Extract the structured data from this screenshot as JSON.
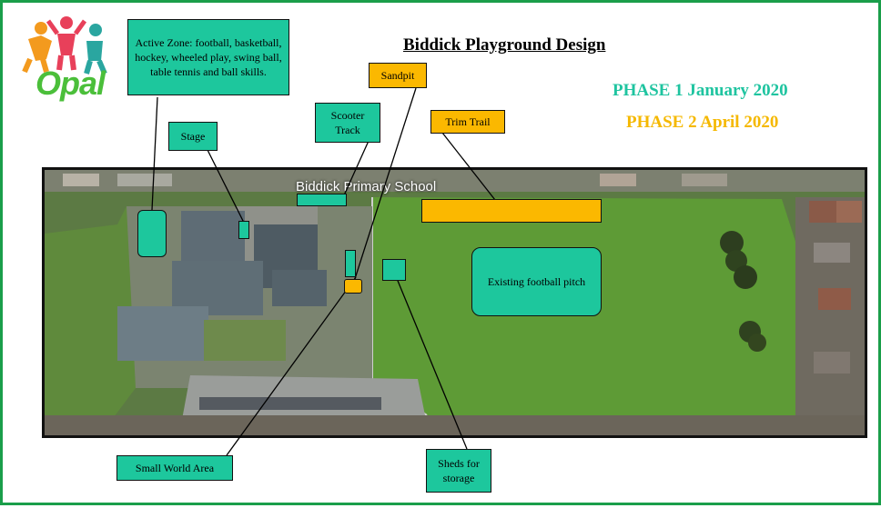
{
  "logo": {
    "text": "Opal"
  },
  "title": "Biddick Playground Design",
  "phases": {
    "phase1": {
      "label": "PHASE 1 January 2020",
      "color": "#1fc4a0"
    },
    "phase2": {
      "label": "PHASE 2 April 2020",
      "color": "#f5b800"
    }
  },
  "map": {
    "school_label": "Biddick Primary School"
  },
  "callouts": {
    "active_zone": "Active Zone: football, basketball, hockey, wheeled play, swing ball, table tennis and ball skills.",
    "stage": "Stage",
    "scooter_track": "Scooter Track",
    "sandpit": "Sandpit",
    "trim_trail": "Trim Trail",
    "football_pitch": "Existing football pitch",
    "small_world": "Small World Area",
    "sheds": "Sheds for storage"
  },
  "colors": {
    "phase1_fill": "#1dc79d",
    "phase2_fill": "#fbb800",
    "border": "#1a9e4a"
  }
}
